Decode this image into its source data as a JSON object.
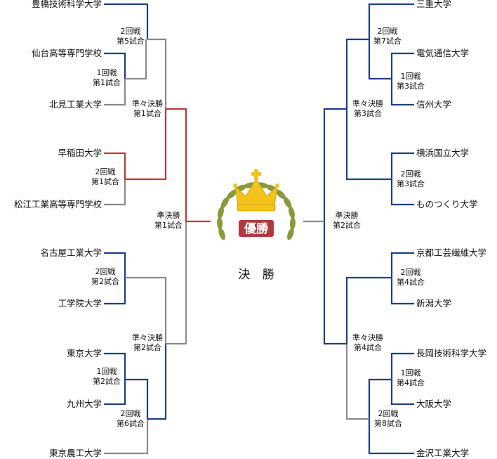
{
  "colors": {
    "blue": "#1f3f86",
    "red": "#c0373a",
    "gray": "#8a8a8a",
    "gold": "#f3c21b",
    "laurel": "#8a9a3a",
    "ribbon": "#b23a3f"
  },
  "teams": {
    "toyohashi": "豊橋技術科学大学",
    "sendai": "仙台高等専門学校",
    "kitami": "北見工業大学",
    "waseda": "早稲田大学",
    "matsue": "松江工業高等専門学校",
    "nagoya": "名古屋工業大学",
    "kogakuin": "工学院大学",
    "tokyo": "東京大学",
    "kyushu": "九州大学",
    "tuat": "東京農工大学",
    "mie": "三重大学",
    "uec": "電気通信大学",
    "shinshu": "信州大学",
    "ynu": "横浜国立大学",
    "monotsukuri": "ものつくり大学",
    "kit": "京都工芸繊維大学",
    "niigata": "新潟大学",
    "nagaoka": "長岡技術科学大学",
    "osaka": "大阪大学",
    "kanazawa": "金沢工業大学"
  },
  "matches": {
    "r2m5": [
      "2回戦",
      "第5試合"
    ],
    "r1m1": [
      "1回戦",
      "第1試合"
    ],
    "qf1": [
      "準々決勝",
      "第1試合"
    ],
    "r2m1": [
      "2回戦",
      "第1試合"
    ],
    "sf1": [
      "準決勝",
      "第1試合"
    ],
    "r2m2": [
      "2回戦",
      "第2試合"
    ],
    "qf2": [
      "準々決勝",
      "第2試合"
    ],
    "r1m2": [
      "1回戦",
      "第2試合"
    ],
    "r2m6": [
      "2回戦",
      "第6試合"
    ],
    "r2m7": [
      "2回戦",
      "第7試合"
    ],
    "r1m3": [
      "1回戦",
      "第3試合"
    ],
    "qf3": [
      "準々決勝",
      "第3試合"
    ],
    "r2m3": [
      "2回戦",
      "第3試合"
    ],
    "sf2": [
      "準決勝",
      "第2試合"
    ],
    "r2m4": [
      "2回戦",
      "第4試合"
    ],
    "qf4": [
      "準々決勝",
      "第4試合"
    ],
    "r1m4": [
      "1回戦",
      "第4試合"
    ],
    "r2m8": [
      "2回戦",
      "第8試合"
    ]
  },
  "champion": {
    "trophy_text": "優勝",
    "label": "決 勝"
  }
}
